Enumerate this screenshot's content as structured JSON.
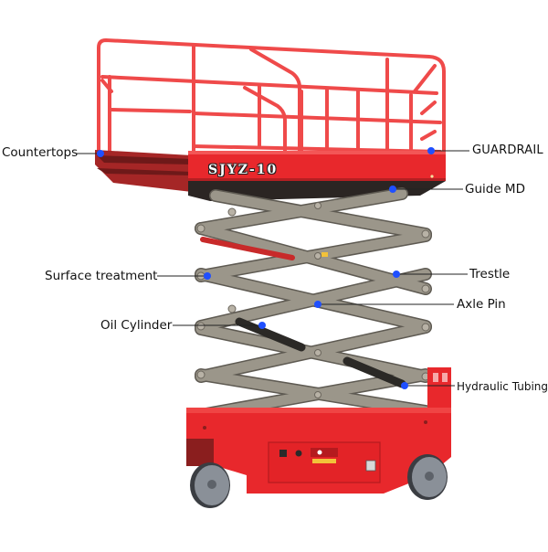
{
  "diagram": {
    "subject": "Scissor lift",
    "model_plate": "SJYZ-10",
    "colors": {
      "body_red": "#e8282c",
      "rail_red": "#ef4a4a",
      "dark_red": "#8a1e1e",
      "scissor_gray": "#8c877d",
      "scissor_dark": "#5e5a52",
      "wheel_gray": "#8a9098",
      "tire_dark": "#3a3d42",
      "marker_blue": "#1f4fff",
      "leader_line": "#222222",
      "warning_yellow": "#f2c23a"
    },
    "callouts": [
      {
        "id": "countertops",
        "label": "Countertops",
        "side": "left"
      },
      {
        "id": "guardrail",
        "label": "GUARDRAIL",
        "side": "right"
      },
      {
        "id": "guide-md",
        "label": "Guide MD",
        "side": "right"
      },
      {
        "id": "surface-treatment",
        "label": "Surface treatment",
        "side": "left"
      },
      {
        "id": "trestle",
        "label": "Trestle",
        "side": "right"
      },
      {
        "id": "axle-pin",
        "label": "Axle Pin",
        "side": "right"
      },
      {
        "id": "oil-cylinder",
        "label": "Oil Cylinder",
        "side": "left"
      },
      {
        "id": "hydraulic-tubing",
        "label": "Hydraulic Tubing",
        "side": "right"
      }
    ]
  }
}
